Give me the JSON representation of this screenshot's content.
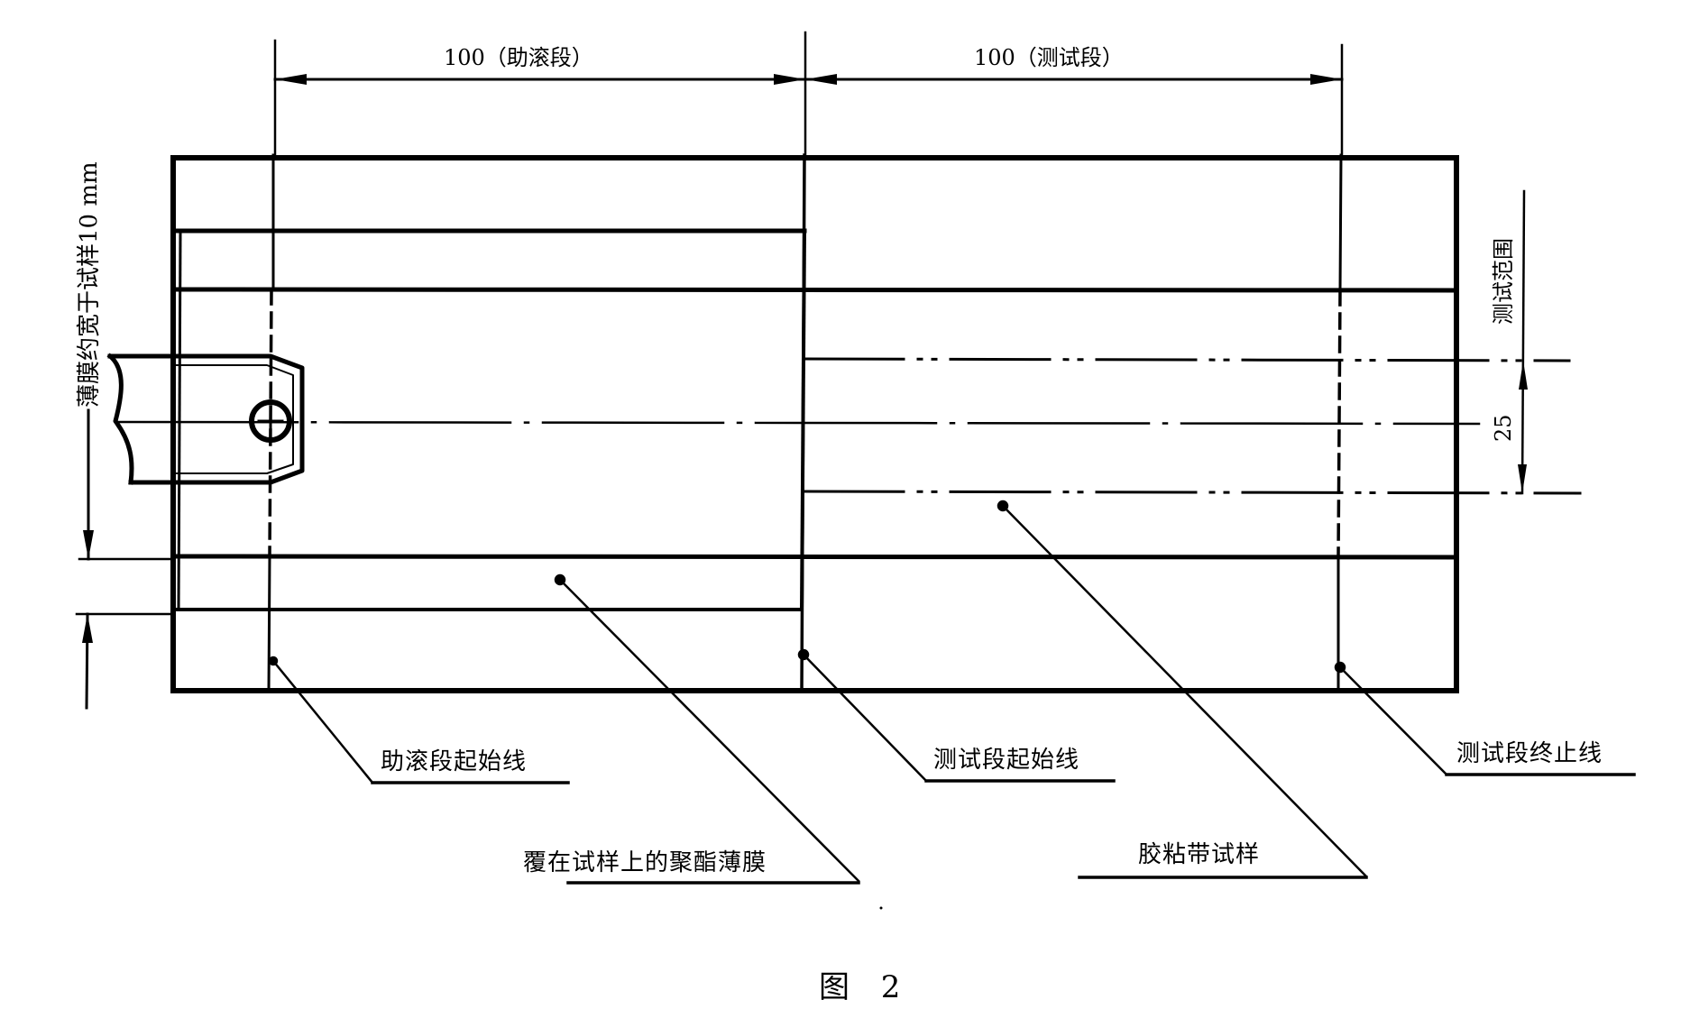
{
  "figure": {
    "caption": "图 2"
  },
  "dimensions": {
    "roll_section": "100（助滚段）",
    "test_section": "100（测试段）",
    "test_range_label": "测试范围",
    "test_range_value": "25",
    "film_overhang": "薄膜约宽于试样10 mm"
  },
  "callouts": {
    "roll_start_line": "助滚段起始线",
    "test_start_line": "测试段起始线",
    "test_end_line": "测试段终止线",
    "polyester_film": "覆在试样上的聚酯薄膜",
    "adhesive_tape_specimen": "胶粘带试样"
  },
  "colors": {
    "ink": "#000000",
    "paper": "#ffffff"
  }
}
